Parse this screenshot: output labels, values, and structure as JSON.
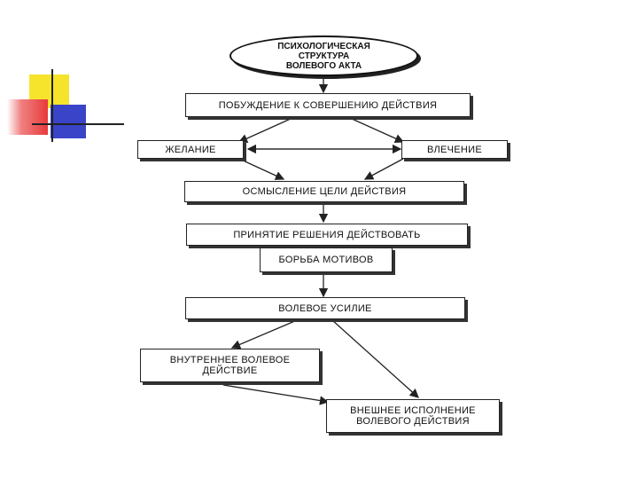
{
  "diagram": {
    "title": "ПСИХОЛОГИЧЕСКАЯ\nСТРУКТУРА\nВОЛЕВОГО АКТА",
    "nodes": {
      "motivation": "ПОБУЖДЕНИЕ К СОВЕРШЕНИЮ ДЕЙСТВИЯ",
      "desire": "ЖЕЛАНИЕ",
      "attraction": "ВЛЕЧЕНИЕ",
      "goal": "ОСМЫСЛЕНИЕ ЦЕЛИ ДЕЙСТВИЯ",
      "decision": "ПРИНЯТИЕ РЕШЕНИЯ ДЕЙСТВОВАТЬ",
      "motives": "БОРЬБА МОТИВОВ",
      "effort": "ВОЛЕВОЕ УСИЛИЕ",
      "internal": "ВНУТРЕННЕЕ ВОЛЕВОЕ\nДЕЙСТВИЕ",
      "external": "ВНЕШНЕЕ ИСПОЛНЕНИЕ\nВОЛЕВОГО ДЕЙСТВИЯ"
    }
  },
  "decoration": {
    "colors": {
      "yellow": "#f5e32a",
      "red": "#ee3333",
      "blue": "#3344cc",
      "line": "#222222"
    }
  }
}
